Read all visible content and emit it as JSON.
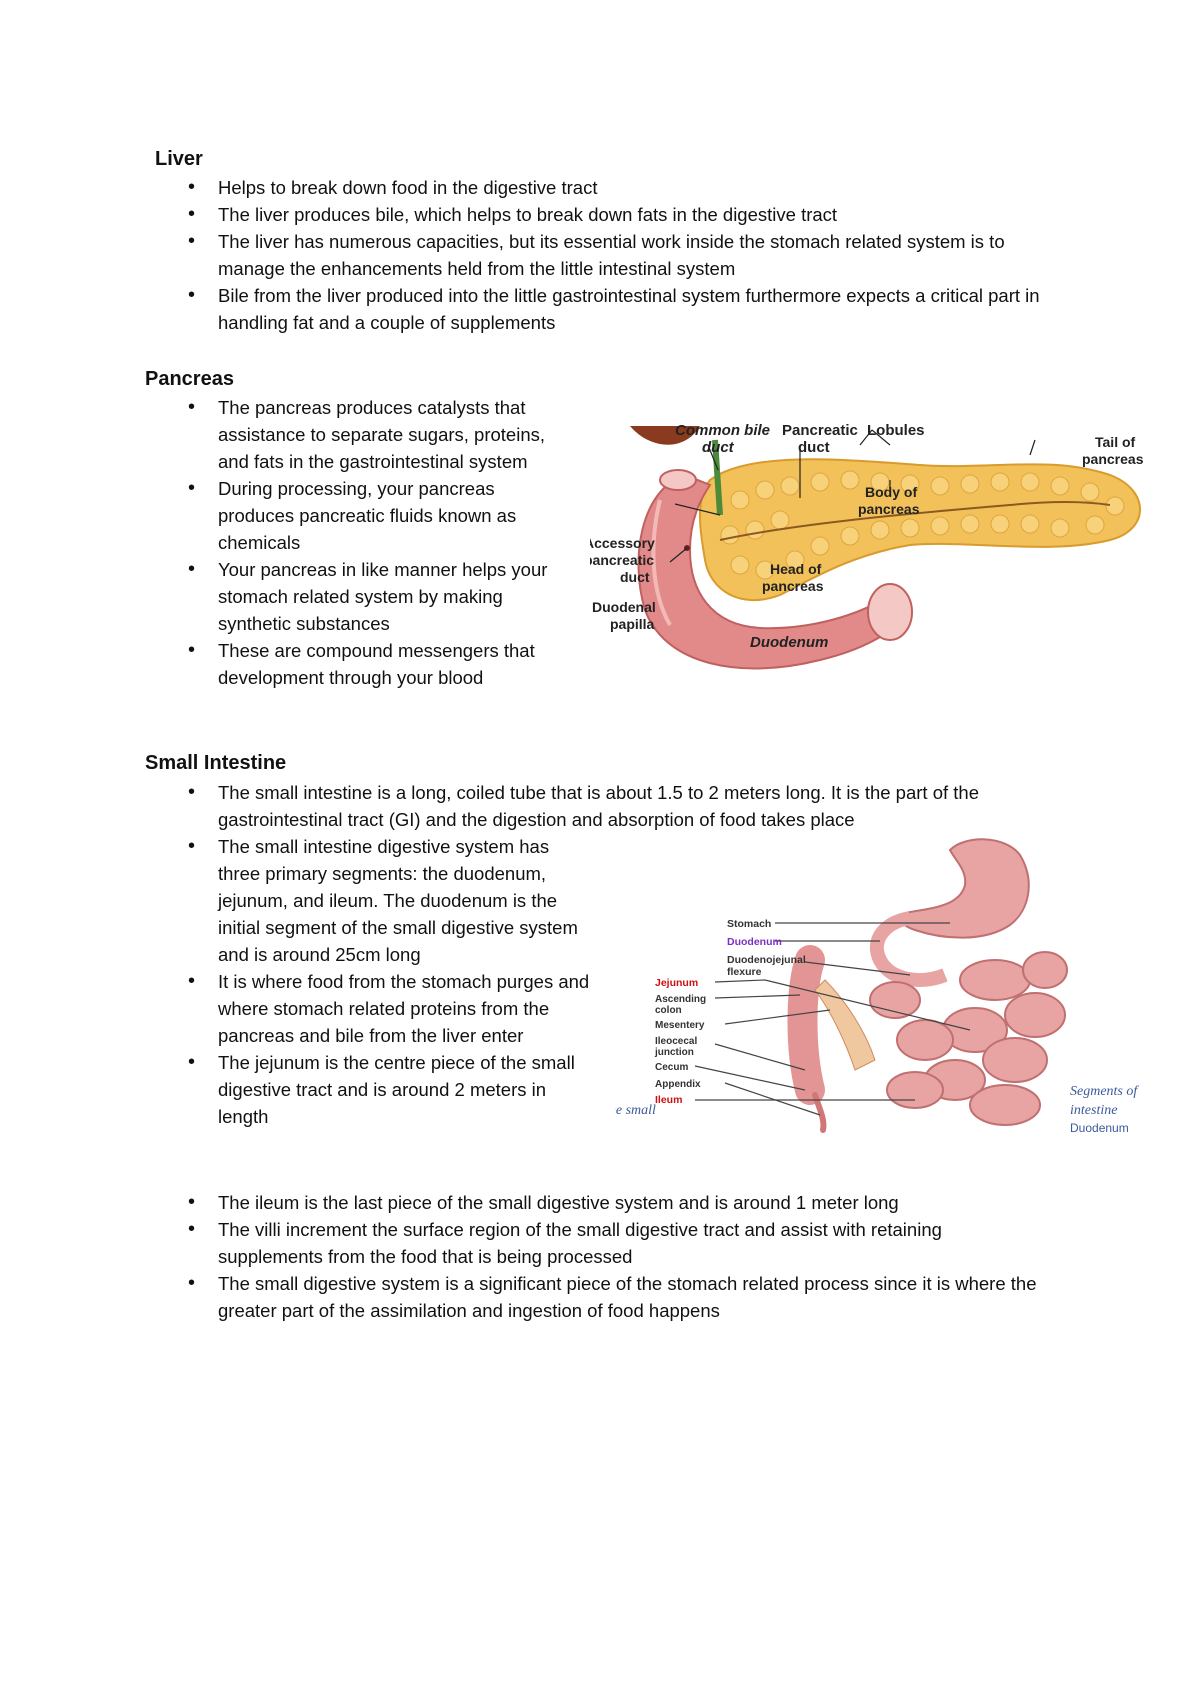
{
  "liver": {
    "heading": "Liver",
    "bullets": [
      "Helps to break down food in the digestive tract",
      "The liver produces bile, which helps to break down fats in the digestive tract",
      "The liver has numerous capacities, but its essential work inside the stomach related system is to manage the enhancements held from the little intestinal system",
      "Bile from the liver produced into the little gastrointestinal system furthermore expects a critical part in handling fat and a couple of supplements"
    ]
  },
  "pancreas": {
    "heading": "Pancreas",
    "bullets": [
      " The pancreas produces catalysts that assistance to separate sugars, proteins, and fats in the gastrointestinal system",
      "During processing, your pancreas produces pancreatic fluids known as chemicals",
      "Your pancreas in like manner helps your stomach related system by making synthetic substances",
      "These are compound messengers that development through your blood"
    ],
    "figure": {
      "labels": {
        "common_bile_duct_1": "Common bile",
        "common_bile_duct_2": "duct",
        "pancreatic_duct_1": "Pancreatic",
        "pancreatic_duct_2": "duct",
        "lobules": "Lobules",
        "tail_1": "Tail of",
        "tail_2": "pancreas",
        "body_1": "Body of",
        "body_2": "pancreas",
        "accessory_1": "Accessory",
        "accessory_2": "pancreatic",
        "accessory_3": "duct",
        "head_1": "Head of",
        "head_2": "pancreas",
        "duodenal_papilla_1": "Duodenal",
        "duodenal_papilla_2": "papilla",
        "duodenum": "Duodenum"
      }
    }
  },
  "small_intestine": {
    "heading": "Small Intestine",
    "bullets_top": [
      "The small intestine is a long, coiled tube that is about 1.5 to 2 meters long. It is the part of the gastrointestinal tract (GI) and the digestion and absorption of food takes place"
    ],
    "bullets_side": [
      "The small intestine digestive system has three primary segments: the duodenum, jejunum, and ileum. The duodenum is the initial segment of the small digestive system and is around 25cm long",
      "It is where food from the stomach purges and where stomach related proteins from the pancreas and bile from the liver enter",
      "The jejunum is the centre piece of the small digestive tract and is around 2 meters in length"
    ],
    "bullets_bottom": [
      "The ileum is the last piece of the small digestive system and is around 1 meter long",
      "The villi increment the surface region of the small digestive tract and assist with retaining supplements from the food that is being processed",
      "The small digestive system is a significant piece of the stomach related process since it is where the greater part of the assimilation and ingestion of food happens"
    ],
    "figure": {
      "labels": {
        "stomach": "Stomach",
        "duodenum": "Duodenum",
        "duodenojejunal_1": "Duodenojejunal",
        "duodenojejunal_2": "flexure",
        "jejunum": "Jejunum",
        "ascending_1": "Ascending",
        "ascending_2": "colon",
        "mesentery": "Mesentery",
        "ileocecal_1": "Ileocecal",
        "ileocecal_2": "junction",
        "cecum": "Cecum",
        "appendix": "Appendix",
        "ileum": "Ileum"
      },
      "caption_left": "the small",
      "caption_right_1": "Segments of",
      "caption_right_2": "intestine",
      "caption_right_3": "Duodenum"
    }
  },
  "colors": {
    "pancreas": "#f2c15a",
    "intestine": "#e28a8a",
    "label_red": "#cc1111",
    "label_purple": "#7b2fbf",
    "caption_blue": "#3a5a9a"
  }
}
